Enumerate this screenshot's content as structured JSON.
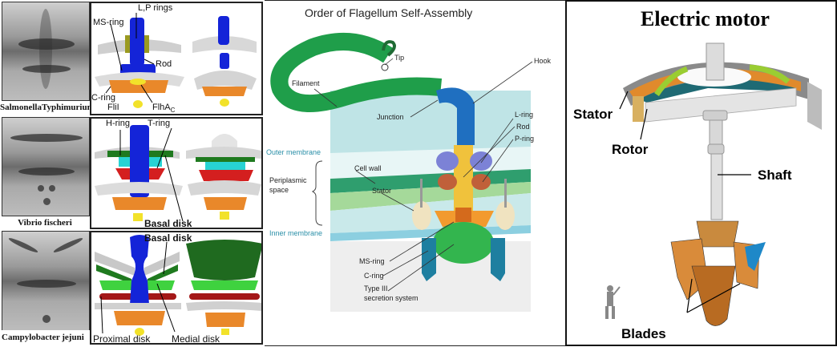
{
  "left_panel": {
    "rows": [
      {
        "organism": "SalmonellaTyphimurium",
        "labels": [
          "L,P rings",
          "MS-ring",
          "Rod",
          "C-ring",
          "FliI",
          "FlhA",
          "C"
        ]
      },
      {
        "organism": "Vibrio fischeri",
        "labels": [
          "H-ring",
          "T-ring",
          "Basal disk"
        ]
      },
      {
        "organism": "Campylobacter jejuni",
        "labels": [
          "Basal disk",
          "Proximal disk",
          "Medial disk"
        ]
      }
    ]
  },
  "middle_panel": {
    "title": "Order of Flagellum Self-Assembly",
    "labels": {
      "tip": "Tip",
      "hook": "Hook",
      "filament": "Filament",
      "junction": "Junction",
      "l_ring": "L-ring",
      "rod": "Rod",
      "p_ring": "P-ring",
      "outer_membrane": "Outer membrane",
      "periplasmic_space_1": "Periplasmic",
      "periplasmic_space_2": "space",
      "cell_wall": "Cell wall",
      "stator": "Stator",
      "inner_membrane": "Inner membrane",
      "ms_ring": "MS-ring",
      "c_ring": "C-ring",
      "type3_1": "Type III",
      "type3_2": "secretion system"
    },
    "colors": {
      "filament": "#1f9e4a",
      "hook": "#1f6fc0",
      "membrane_label": "#2a8fa8",
      "periplasm": "#bfe4e6"
    }
  },
  "right_panel": {
    "title": "Electric motor",
    "labels": {
      "stator": "Stator",
      "rotor": "Rotor",
      "shaft": "Shaft",
      "blades": "Blades"
    },
    "colors": {
      "rotor": "#e08a2c",
      "arrow": "#9acd32",
      "blade": "#d98b3a",
      "water_arrow": "#1e88c8"
    }
  }
}
